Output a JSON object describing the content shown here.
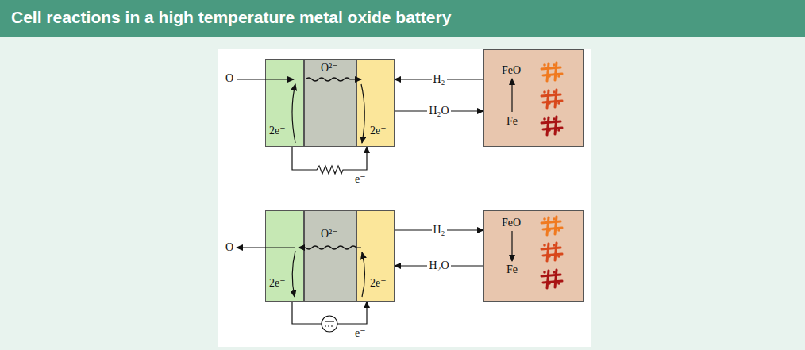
{
  "diagram": {
    "title": "Cell reactions in a high temperature metal oxide battery",
    "nodes": [
      {
        "text": [
          "2e⁻"
        ]
      },
      {
        "text": [
          "O²⁻"
        ]
      },
      {
        "text": [
          "2e⁻"
        ]
      },
      {
        "text": [
          "FeO",
          "Fe"
        ]
      },
      {
        "text": [
          "2e⁻"
        ]
      },
      {
        "text": [
          "O²⁻"
        ]
      },
      {
        "text": [
          "2e⁻"
        ]
      },
      {
        "text": [
          "FeO",
          "Fe"
        ]
      }
    ],
    "edges": [
      {
        "from": 3,
        "to": 2,
        "label": "H₂",
        "arrow": "to"
      },
      {
        "from": 2,
        "to": 3,
        "label": "H₂O",
        "arrow": "to"
      },
      {
        "from": 0,
        "to": 2,
        "arrow": "to"
      },
      {
        "from": 6,
        "to": 7,
        "label": "H₂",
        "arrow": "to"
      },
      {
        "from": 7,
        "to": 6,
        "label": "H₂O",
        "arrow": "to"
      },
      {
        "from": 4,
        "to": 6,
        "arrow": "to"
      }
    ],
    "labels": [
      "O",
      "e⁻",
      "O",
      "e⁻"
    ]
  }
}
